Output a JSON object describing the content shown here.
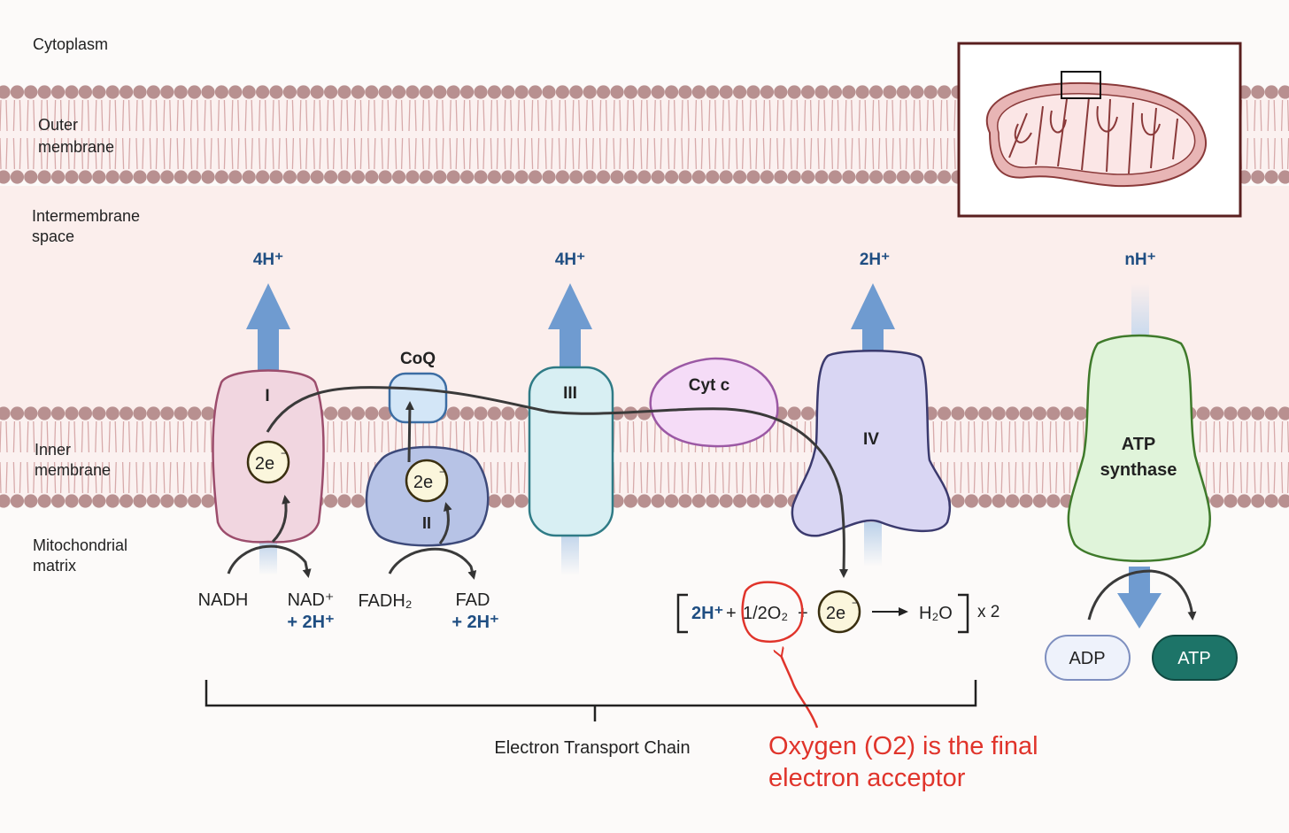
{
  "regions": {
    "cytoplasm": "Cytoplasm",
    "outer_membrane": [
      "Outer",
      "membrane"
    ],
    "intermembrane_space": [
      "Intermembrane",
      "space"
    ],
    "inner_membrane": [
      "Inner",
      "membrane"
    ],
    "matrix": [
      "Mitochondrial",
      "matrix"
    ]
  },
  "proton_labels": {
    "complex_i": "4H⁺",
    "complex_iii": "4H⁺",
    "complex_iv": "2H⁺",
    "atp_synthase": "nH⁺"
  },
  "complexes": {
    "i": "I",
    "coq": "CoQ",
    "ii": "II",
    "iii": "III",
    "cyt_c": "Cyt c",
    "iv": "IV",
    "atp_synthase": [
      "ATP",
      "synthase"
    ]
  },
  "electrons": {
    "pair": "2e",
    "charge": "−"
  },
  "substrates": {
    "nadh": "NADH",
    "nad_plus": "NAD⁺",
    "nad_plus_protons": "+ 2H⁺",
    "fadh2": "FADH₂",
    "fad": "FAD",
    "fad_protons": "+ 2H⁺",
    "adp": "ADP",
    "atp": "ATP"
  },
  "reaction": {
    "protons": "2H⁺",
    "plus": "+",
    "oxygen": "1/2O₂",
    "water": "H₂O",
    "multiplier": "x 2"
  },
  "bracket_label": "Electron Transport Chain",
  "annotation": [
    "Oxygen (O2) is the final",
    "electron acceptor"
  ],
  "colors": {
    "membrane_head": "#b89090",
    "intermembrane_bg": "#fbeeec",
    "arrow_blue": "#6f9bd0",
    "label_blue": "#1f4e82",
    "annotation_red": "#e0342b",
    "atp_teal": "#1d7468"
  }
}
